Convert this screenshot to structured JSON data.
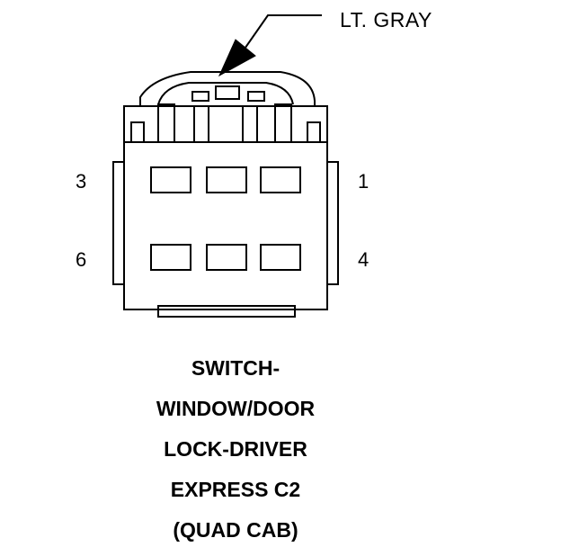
{
  "callout": {
    "label": "LT. GRAY"
  },
  "pins": {
    "top_left": "3",
    "top_right": "1",
    "bottom_left": "6",
    "bottom_right": "4"
  },
  "caption": {
    "lines": [
      "SWITCH-",
      "WINDOW/DOOR",
      "LOCK-DRIVER",
      "EXPRESS C2",
      "(QUAD CAB)"
    ]
  },
  "colors": {
    "line": "#000000",
    "background": "#ffffff"
  }
}
